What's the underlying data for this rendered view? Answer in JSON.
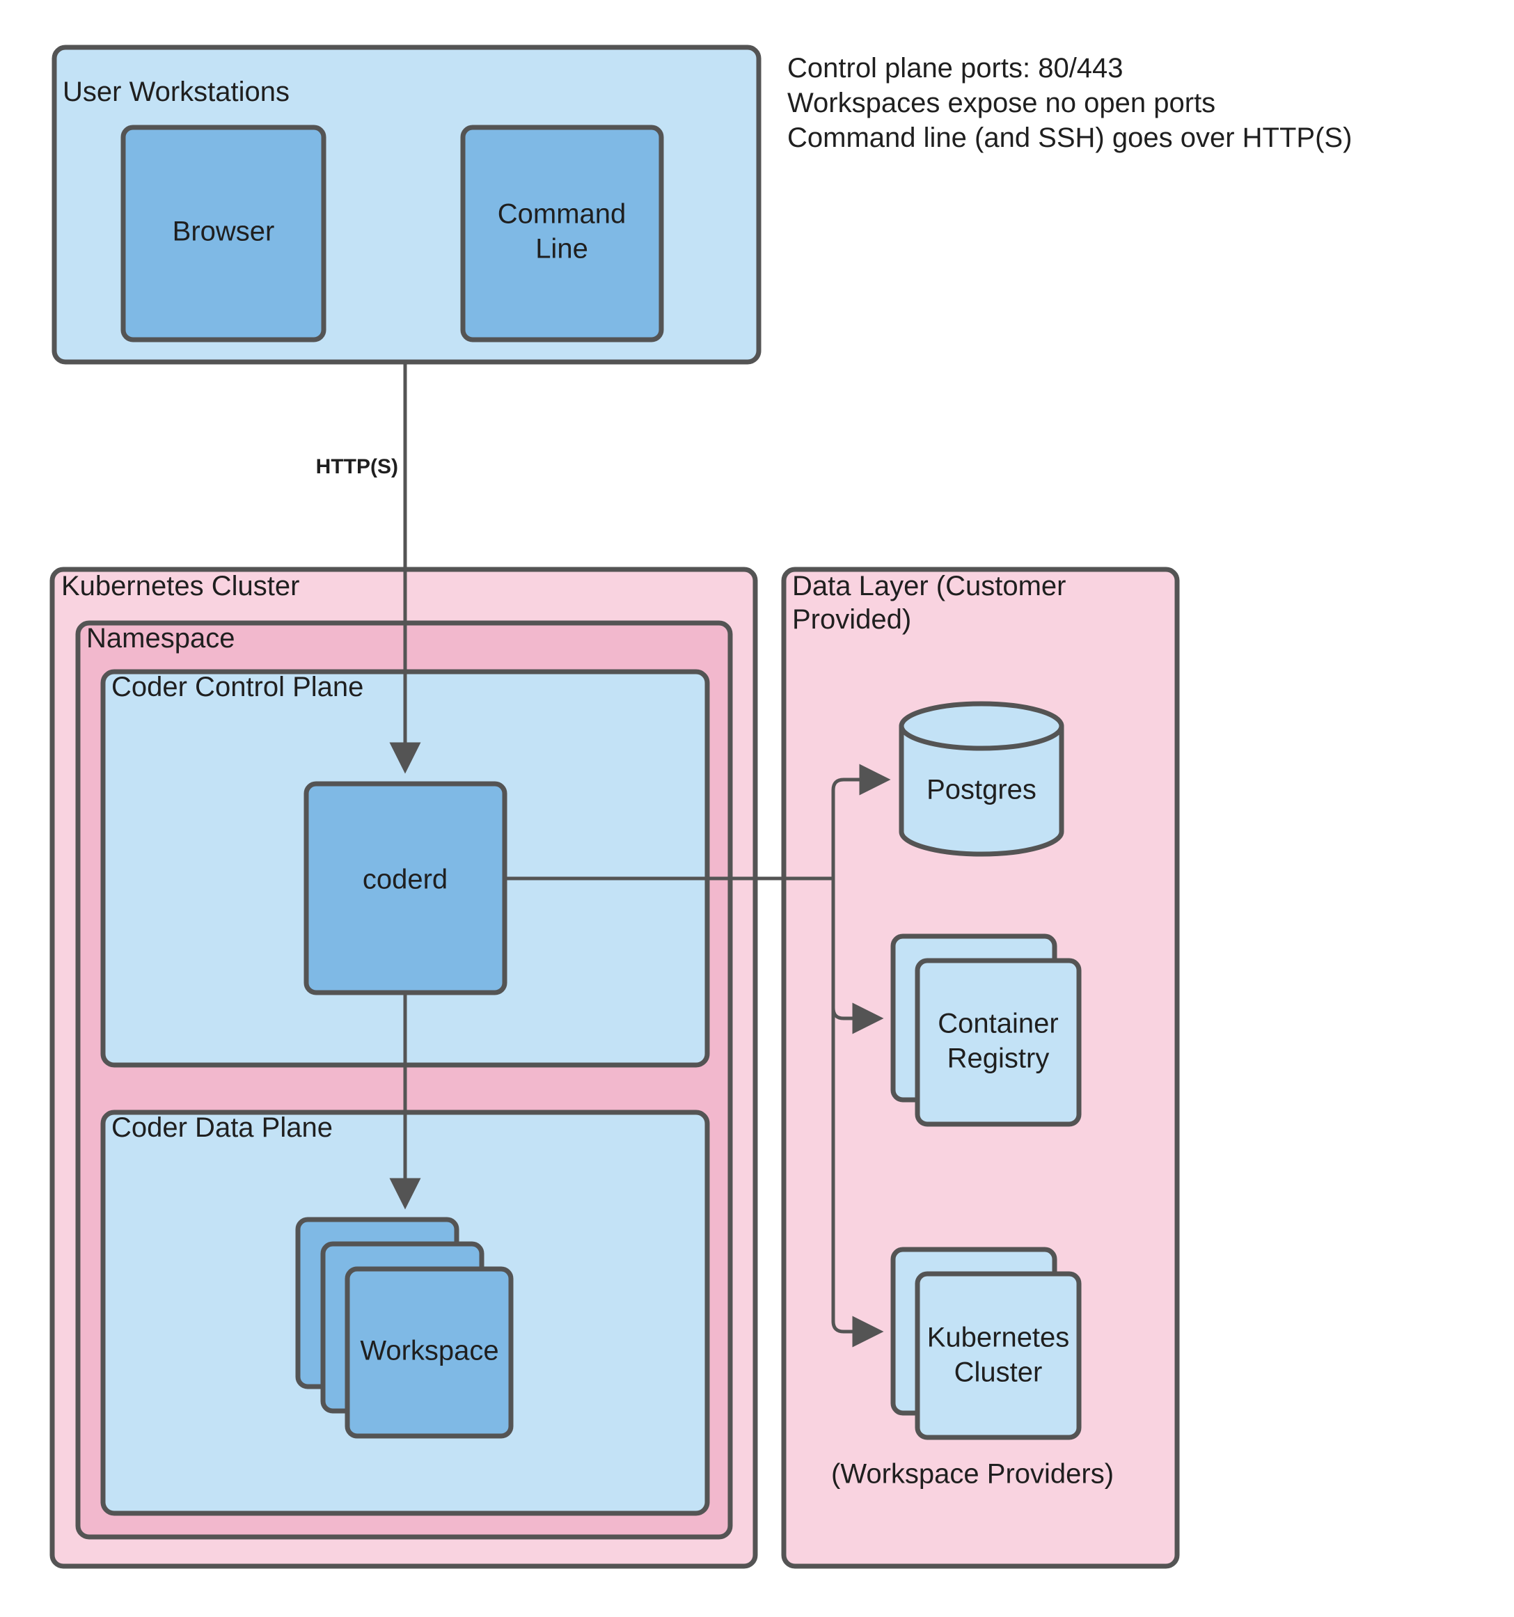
{
  "diagram": {
    "title_notes": [
      "Control plane ports: 80/443",
      "Workspaces expose no open ports",
      "Command line (and SSH) goes over HTTP(S)"
    ],
    "containers": {
      "user_workstations": {
        "label": "User Workstations"
      },
      "kubernetes_cluster": {
        "label": "Kubernetes Cluster"
      },
      "namespace": {
        "label": "Namespace"
      },
      "coder_control_plane": {
        "label": "Coder Control Plane"
      },
      "coder_data_plane": {
        "label": "Coder Data Plane"
      },
      "data_layer": {
        "label": "Data Layer (Customer Provided)"
      }
    },
    "nodes": {
      "browser": {
        "label": "Browser"
      },
      "command_line": {
        "label": "Command\nLine",
        "line1": "Command",
        "line2": "Line"
      },
      "coderd": {
        "label": "coderd"
      },
      "workspace": {
        "label": "Workspace"
      },
      "postgres": {
        "label": "Postgres"
      },
      "container_registry": {
        "line1": "Container",
        "line2": "Registry"
      },
      "kubernetes_cluster_provider": {
        "line1": "Kubernetes",
        "line2": "Cluster"
      }
    },
    "captions": {
      "workspace_providers": "(Workspace Providers)"
    },
    "edges": [
      {
        "from": "user_workstations",
        "to": "coderd",
        "label": "HTTP(S)"
      },
      {
        "from": "coderd",
        "to": "workspace",
        "label": ""
      },
      {
        "from": "coderd",
        "to": "postgres",
        "label": ""
      },
      {
        "from": "coderd",
        "to": "container_registry",
        "label": ""
      },
      {
        "from": "coderd",
        "to": "kubernetes_cluster_provider",
        "label": ""
      }
    ],
    "colors": {
      "fill_light_blue": "#c3e2f6",
      "fill_medium_blue": "#7fb9e5",
      "fill_pink_outer": "#f9d3e0",
      "fill_pink_namespace": "#f2b8cd",
      "stroke": "#545454",
      "text": "#1f1f1f",
      "background": "#ffffff"
    }
  }
}
